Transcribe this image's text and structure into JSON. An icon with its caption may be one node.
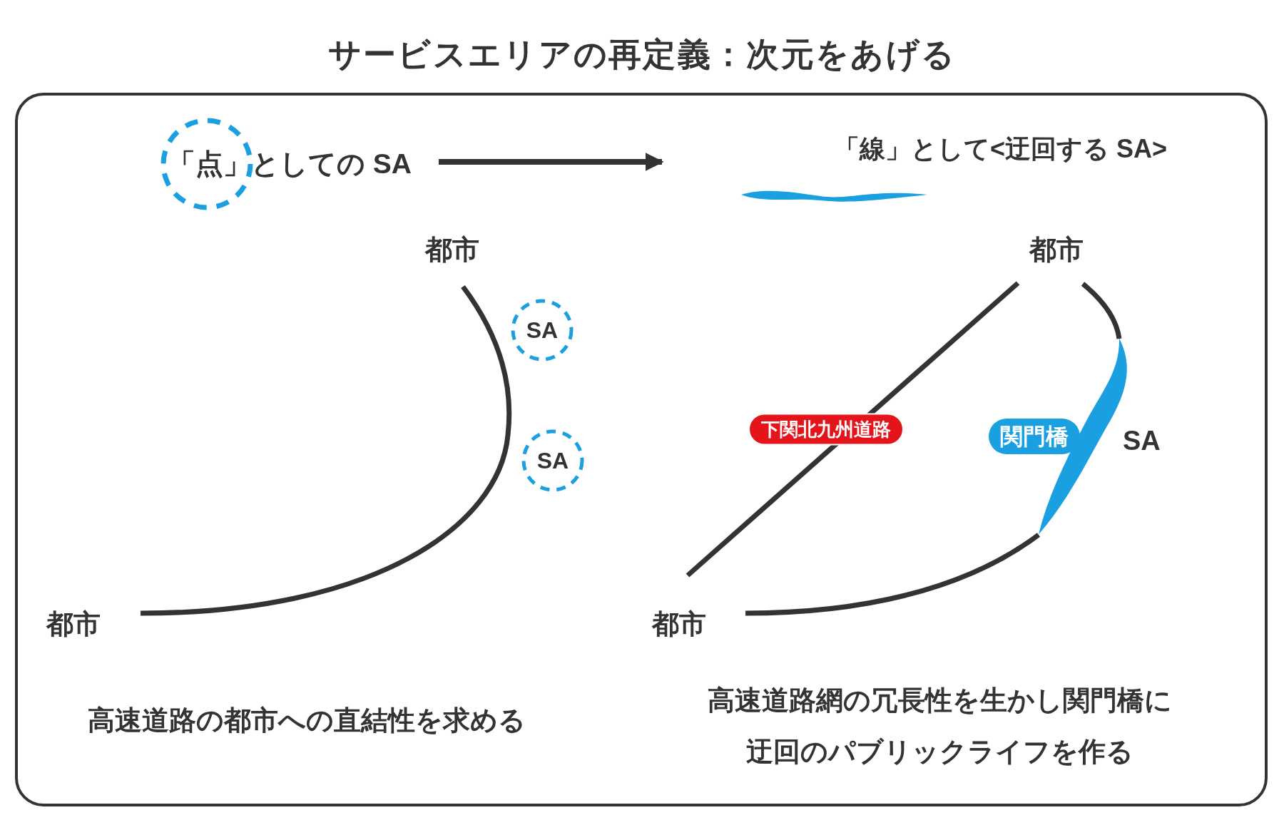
{
  "diagram": {
    "title": "サービスエリアの再定義：次元をあげる",
    "nodes": [
      {
        "text": [
          "「点」としての SA"
        ]
      },
      {
        "text": [
          "「線」として<迂回する SA>"
        ]
      },
      {
        "text": [
          "都市"
        ]
      },
      {
        "text": [
          "都市"
        ]
      },
      {
        "text": [
          "SA"
        ]
      },
      {
        "text": [
          "SA"
        ]
      },
      {
        "text": [
          "都市"
        ]
      },
      {
        "text": [
          "都市"
        ]
      },
      {
        "text": [],
        "shape": "bar",
        "beside": [
          "SA"
        ]
      }
    ],
    "edges": [
      {
        "from": 0,
        "to": 1,
        "arrow": "to"
      },
      {
        "from": 2,
        "to": 3,
        "arrow": "none"
      },
      {
        "from": 7,
        "to": 6,
        "arrow": "none",
        "label": "下関北九州道路"
      },
      {
        "from": 6,
        "to": 8,
        "arrow": "none"
      },
      {
        "from": 8,
        "to": 7,
        "arrow": "none"
      }
    ],
    "labels": [
      "関門橋",
      "高速道路の都市への直結性を求める",
      "高速道路網の冗長性を生かし関門橋に迂回のパブリックライフを作る"
    ]
  }
}
